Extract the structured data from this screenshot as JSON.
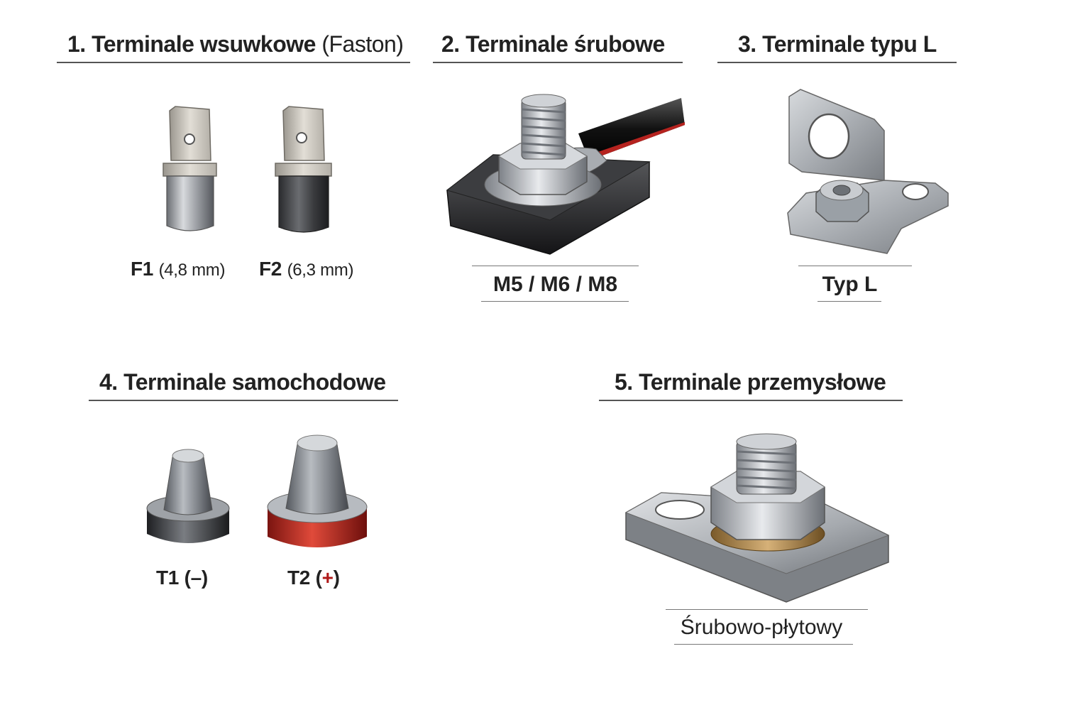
{
  "sections": [
    {
      "title_main": "1. Terminale wsuwkowe",
      "title_extra": "(Faston)",
      "items": [
        {
          "code": "F1",
          "spec": "(4,8 mm)"
        },
        {
          "code": "F2",
          "spec": "(6,3 mm)"
        }
      ]
    },
    {
      "title_main": "2. Terminale śrubowe",
      "caption": "M5 / M6 / M8"
    },
    {
      "title_main": "3. Terminale typu L",
      "caption": "Typ L"
    },
    {
      "title_main": "4. Terminale samochodowe",
      "items": [
        {
          "code": "T1",
          "polarity": "(–)"
        },
        {
          "code": "T2",
          "polarity_open": "(",
          "polarity_sign": "+",
          "polarity_close": ")"
        }
      ]
    },
    {
      "title_main": "5. Terminale przemysłowe",
      "caption": "Śrubowo-płytowy"
    }
  ],
  "colors": {
    "positive_accent": "#b01a1a",
    "rule": "#555555"
  }
}
